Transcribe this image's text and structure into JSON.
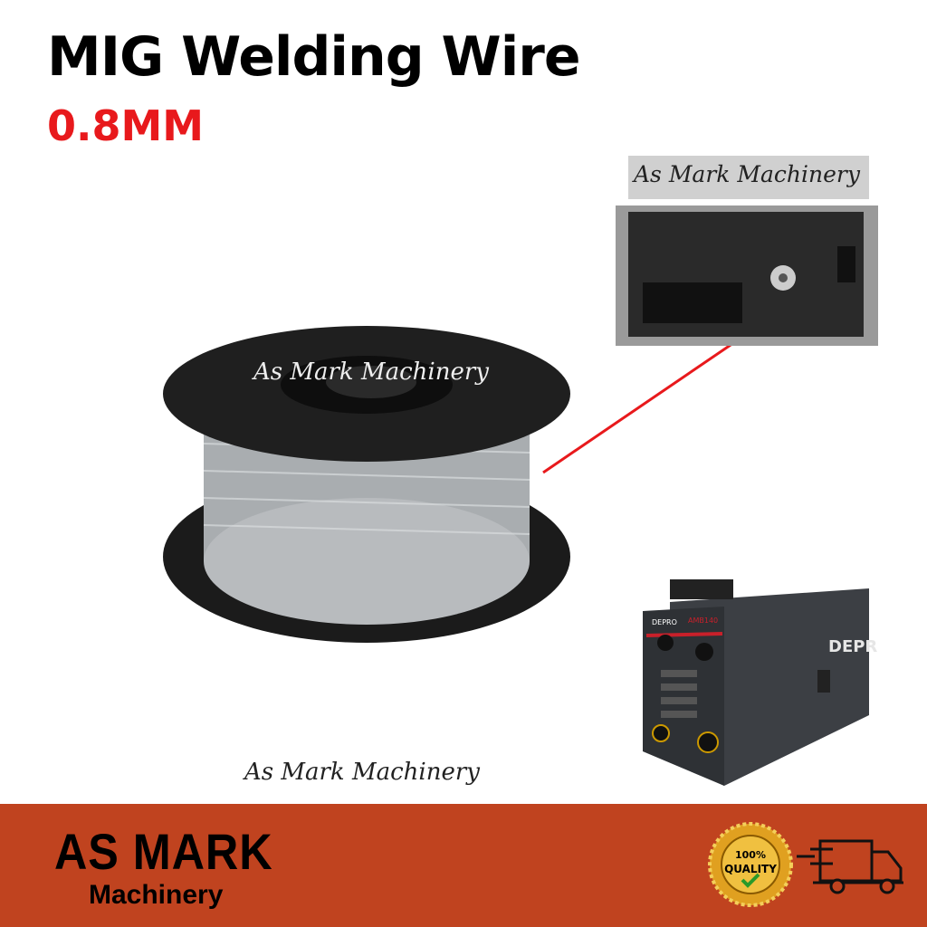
{
  "title": "MIG Welding Wire",
  "subtitle": "0.8MM",
  "watermarks": [
    "As Mark Machinery",
    "As Mark Machinery",
    "As Mark Machinery"
  ],
  "machine_labels": {
    "brand": "DEPRO",
    "model": "AMB140"
  },
  "footer": {
    "brand_line1": "AS MARK",
    "brand_line2": "Machinery",
    "badge_top": "100%",
    "badge_main": "QUALITY",
    "icons": [
      "quality-badge-icon",
      "delivery-truck-icon"
    ]
  },
  "colors": {
    "accent": "#e8191c",
    "footer": "#c0431f"
  }
}
